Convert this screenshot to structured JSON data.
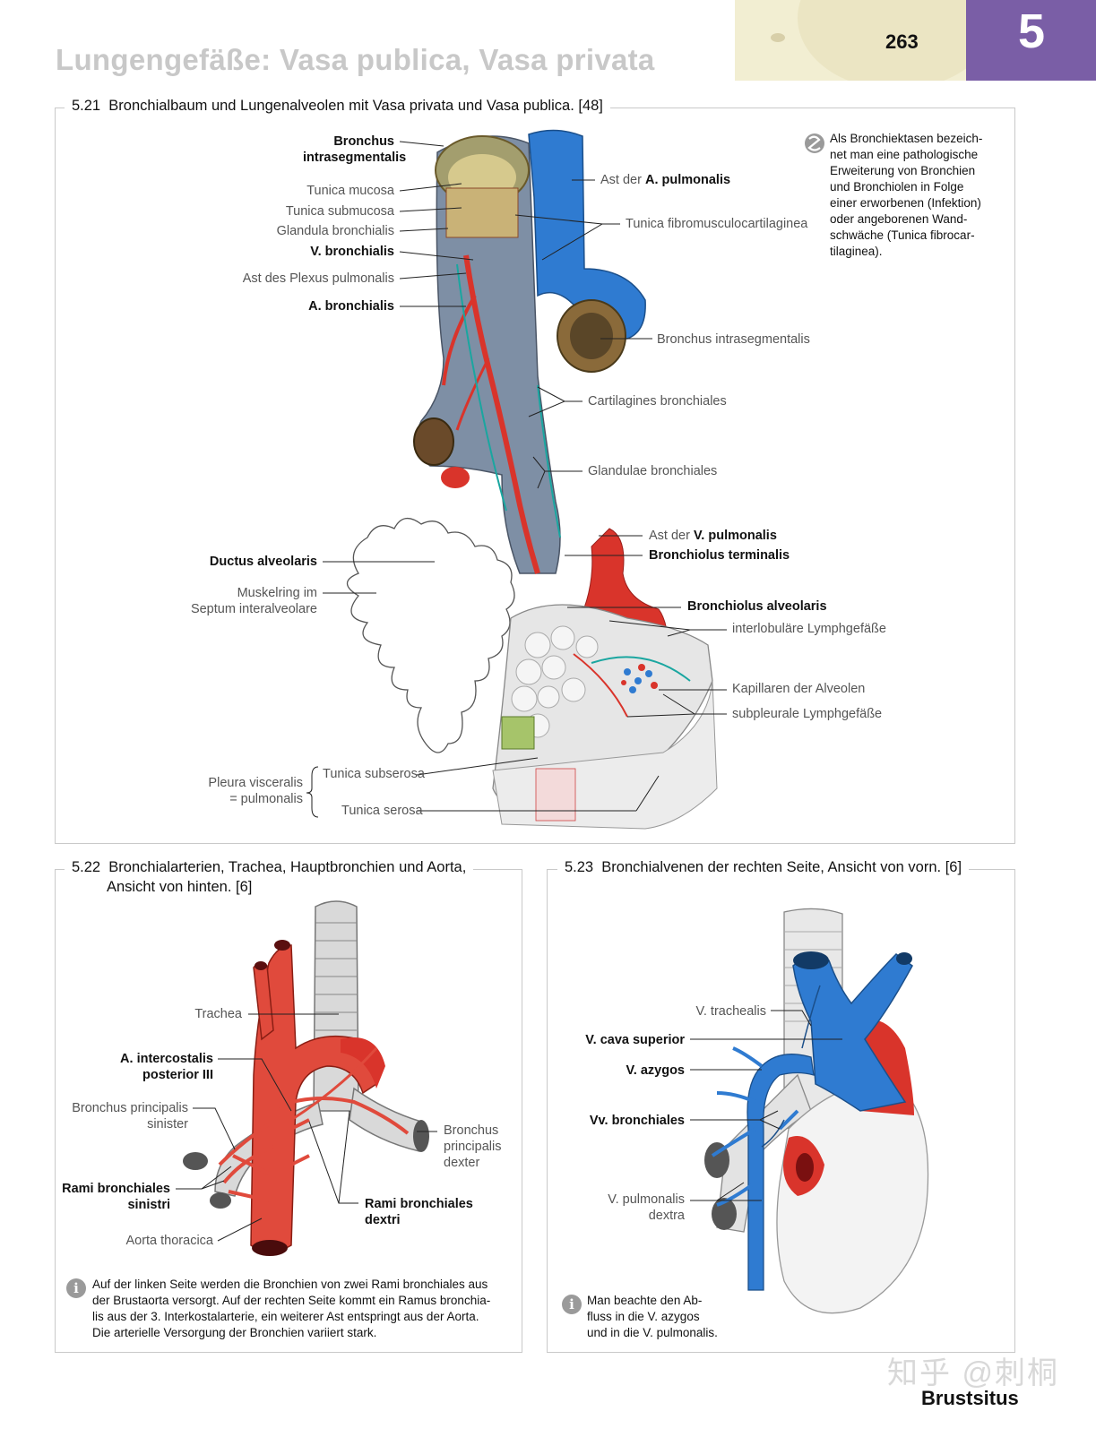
{
  "header": {
    "title": "Lungengefäße: Vasa publica, Vasa privata",
    "page_number": "263",
    "chapter_number": "5"
  },
  "fig521": {
    "number": "5.21",
    "caption": "Bronchialbaum und Lungenalveolen mit Vasa privata und Vasa publica. [48]",
    "left_labels": {
      "bronchus_intraseg_1": "Bronchus",
      "bronchus_intraseg_2": "intrasegmentalis",
      "tunica_mucosa": "Tunica mucosa",
      "tunica_submucosa": "Tunica submucosa",
      "glandula": "Glandula bronchialis",
      "v_bronchialis": "V. bronchialis",
      "plexus": "Ast des Plexus pulmonalis",
      "a_bronchialis": "A. bronchialis",
      "ductus": "Ductus alveolaris",
      "muskelring_1": "Muskelring im",
      "muskelring_2": "Septum interalveolare",
      "pleura_1": "Pleura visceralis",
      "pleura_2": "= pulmonalis",
      "subserosa": "Tunica subserosa",
      "serosa": "Tunica serosa"
    },
    "right_labels": {
      "ast_a_pulm_pre": "Ast der",
      "ast_a_pulm_bold": "A. pulmonalis",
      "fibro": "Tunica fibromusculocartilaginea",
      "bronchus_intraseg": "Bronchus intrasegmentalis",
      "cartilagines": "Cartilagines bronchiales",
      "glandulae": "Glandulae bronchiales",
      "ast_v_pulm_pre": "Ast der",
      "ast_v_pulm_bold": "V. pulmonalis",
      "bronchiolus_term": "Bronchiolus terminalis",
      "bronchiolus_alv": "Bronchiolus alveolaris",
      "interlob": "interlobuläre Lymphgefäße",
      "kapillaren": "Kapillaren der Alveolen",
      "subpleurale": "subpleurale Lymphgefäße"
    },
    "clinical_note": [
      "Als Bronchiektasen bezeich-",
      "net man eine pathologische",
      "Erweiterung von Bronchien",
      "und Bronchiolen in Folge",
      "einer erworbenen (Infektion)",
      "oder angeborenen Wand-",
      "schwäche (Tunica fibrocar-",
      "tilaginea)."
    ]
  },
  "fig522": {
    "number": "5.22",
    "caption_1": "Bronchialarterien, Trachea, Hauptbronchien und Aorta,",
    "caption_2": "Ansicht von hinten. [6]",
    "labels": {
      "trachea": "Trachea",
      "intercostalis_1": "A. intercostalis",
      "intercostalis_2": "posterior III",
      "bps_1": "Bronchus principalis",
      "bps_2": "sinister",
      "rbs_1": "Rami bronchiales",
      "rbs_2": "sinistri",
      "aorta": "Aorta thoracica",
      "bpd_1": "Bronchus",
      "bpd_2": "principalis",
      "bpd_3": "dexter",
      "rbd_1": "Rami bronchiales",
      "rbd_2": "dextri"
    },
    "info": [
      "Auf der linken Seite werden die Bronchien von zwei Rami bronchiales aus",
      "der Brustaorta versorgt. Auf der rechten Seite kommt ein Ramus bronchia-",
      "lis aus der 3. Interkostalarterie, ein weiterer Ast entspringt aus der Aorta.",
      "Die arterielle Versorgung der Bronchien variiert stark."
    ]
  },
  "fig523": {
    "number": "5.23",
    "caption": "Bronchialvenen der rechten Seite, Ansicht von vorn. [6]",
    "labels": {
      "trachealis": "V. trachealis",
      "cava": "V. cava superior",
      "azygos": "V. azygos",
      "vv_bronch": "Vv. bronchiales",
      "vpd_1": "V. pulmonalis",
      "vpd_2": "dextra"
    },
    "info": [
      "Man beachte den Ab-",
      "fluss in die V. azygos",
      "und in die V. pulmonalis."
    ]
  },
  "footer": {
    "section": "Brustsitus",
    "watermark": "知乎 @刺桐"
  },
  "colors": {
    "chapter_purple": "#7a5ea6",
    "artery_red": "#d9342b",
    "vein_blue": "#2f7bd1",
    "title_gray": "#c8c8c8"
  }
}
